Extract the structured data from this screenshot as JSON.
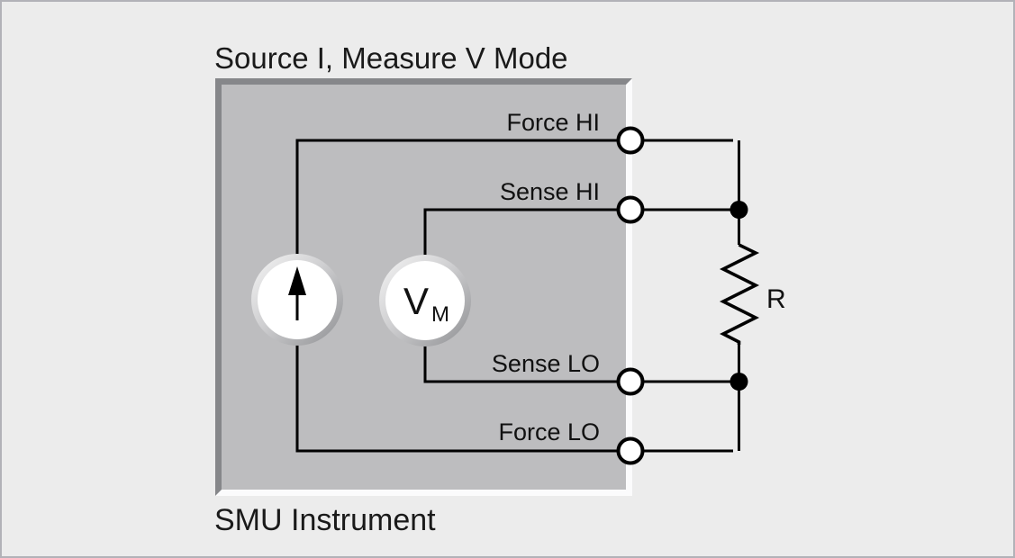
{
  "title": "Source I, Measure V Mode",
  "box": {
    "caption": "SMU Instrument"
  },
  "terminals": {
    "force_hi": "Force HI",
    "sense_hi": "Sense HI",
    "sense_lo": "Sense LO",
    "force_lo": "Force LO"
  },
  "components": {
    "current_source": {
      "type": "current-source",
      "icon": "up-arrow-icon"
    },
    "voltmeter": {
      "symbol": "V",
      "subscript": "M"
    },
    "resistor": {
      "label": "R"
    }
  },
  "colors": {
    "background": "#ececec",
    "frame_border": "#b2b2b8",
    "box_fill": "#bdbdbf",
    "box_border_dark": "#86878a",
    "box_border_light": "#fbfbfc",
    "wire": "#000000",
    "terminal_fill": "#ffffff",
    "junction_dot": "#000000",
    "text": "#1a1a1a"
  }
}
